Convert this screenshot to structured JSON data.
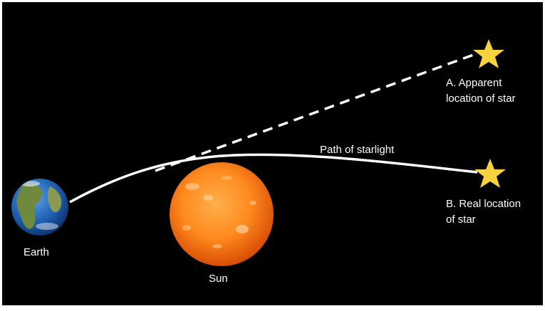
{
  "labels": {
    "earth": "Earth",
    "sun": "Sun",
    "path_of_starlight": "Path of starlight",
    "apparent_line1": "A. Apparent",
    "apparent_line2": "location of star",
    "real_line1": "B. Real location",
    "real_line2": "of star"
  },
  "colors": {
    "background": "#000000",
    "frame": "#ffffff",
    "star": "#f5d33e",
    "light_path": "#ffffff",
    "sun_core": "#ff8a1e",
    "sun_edge": "#d94e05",
    "earth_ocean": "#1e5fb0",
    "earth_land": "#6f8a3e"
  },
  "icons": {
    "earth": "earth-globe-icon",
    "sun": "sun-disc-icon",
    "star_apparent": "star-icon",
    "star_real": "star-icon"
  }
}
